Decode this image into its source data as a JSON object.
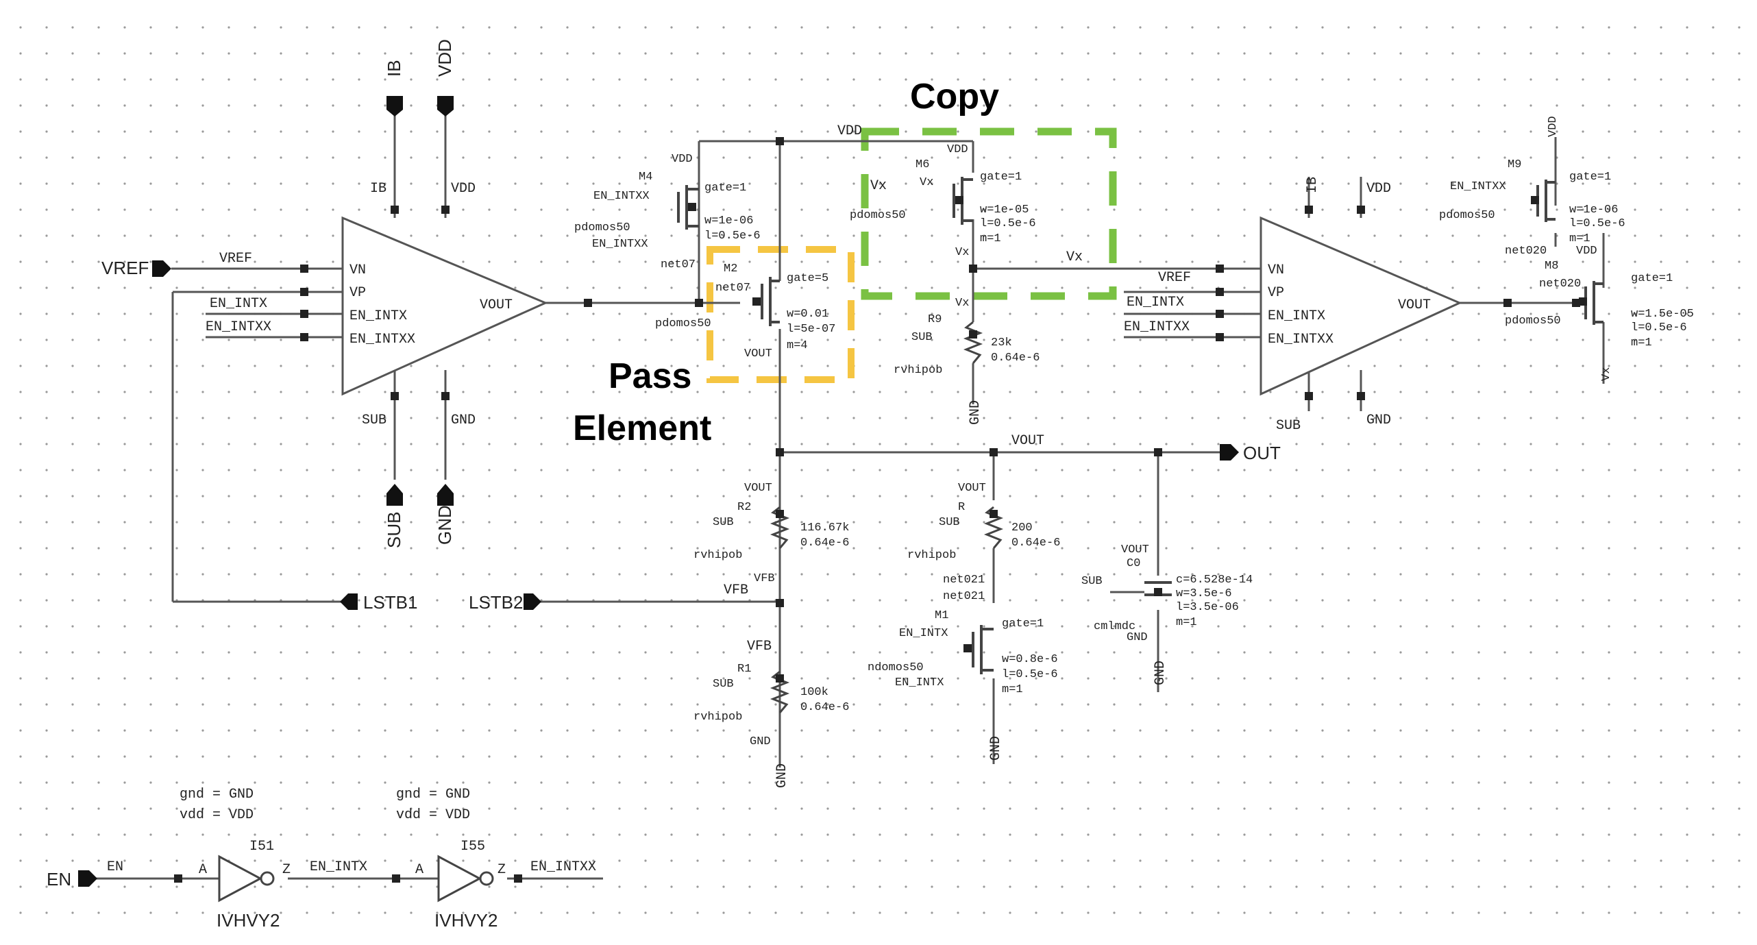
{
  "annotations": {
    "copy": "Copy",
    "pass_line1": "Pass",
    "pass_line2": "Element",
    "copy_color": "#7ac143",
    "pass_color": "#f5c542"
  },
  "ports": {
    "vref": "VREF",
    "en": "EN",
    "out": "OUT",
    "lstb1": "LSTB1",
    "lstb2": "LSTB2",
    "ib": "IB",
    "vdd": "VDD",
    "sub": "SUB",
    "gnd": "GND"
  },
  "nets": {
    "vref": "VREF",
    "vdd": "VDD",
    "vout": "VOUT",
    "vfb": "VFB",
    "vx": "Vx",
    "en": "EN",
    "en_intx": "EN_INTX",
    "en_intxx": "EN_INTXX",
    "sub": "SUB",
    "gnd": "GND",
    "ib": "IB",
    "net07": "net07",
    "net020": "net020",
    "net021": "net021",
    "cmlmdc": "cmlmdc"
  },
  "amp1": {
    "vn": "VN",
    "vp": "VP",
    "en_intx": "EN_INTX",
    "en_intxx": "EN_INTXX",
    "vout": "VOUT"
  },
  "amp2": {
    "vn": "VN",
    "vp": "VP",
    "en_intx": "EN_INTX",
    "en_intxx": "EN_INTXX",
    "vout": "VOUT"
  },
  "devices": {
    "m4": {
      "name": "M4",
      "model": "pdomos50",
      "gate": "gate=1",
      "w": "w=1e-06",
      "l": "l=0.5e-6"
    },
    "m2": {
      "name": "M2",
      "model": "pdomos50",
      "gate": "gate=5",
      "w": "w=0.01",
      "l": "l=5e-07",
      "m": "m=4"
    },
    "m6": {
      "name": "M6",
      "model": "pdomos50",
      "gate": "gate=1",
      "w": "w=1e-05",
      "l": "l=0.5e-6",
      "m": "m=1"
    },
    "m9": {
      "name": "M9",
      "model": "pdomos50",
      "gate": "gate=1",
      "w": "w=1e-06",
      "l": "l=0.5e-6",
      "m": "m=1"
    },
    "m8": {
      "name": "M8",
      "model": "pdomos50",
      "gate": "gate=1",
      "w": "w=1.5e-05",
      "l": "l=0.5e-6",
      "m": "m=1"
    },
    "m1": {
      "name": "M1",
      "model": "ndomos50",
      "gate": "gate=1",
      "w": "w=0.8e-6",
      "l": "l=0.5e-6",
      "m": "m=1"
    },
    "r9": {
      "name": "R9",
      "model": "rvhipob",
      "value": "23k",
      "width": "0.64e-6"
    },
    "r2": {
      "name": "R2",
      "model": "rvhipob",
      "value": "116.67k",
      "width": "0.64e-6"
    },
    "r": {
      "name": "R",
      "model": "rvhipob",
      "value": "200",
      "width": "0.64e-6"
    },
    "r1": {
      "name": "R1",
      "model": "rvhipob",
      "value": "100k",
      "width": "0.64e-6"
    },
    "c0": {
      "name": "C0",
      "c": "c=6.528e-14",
      "w": "w=3.5e-6",
      "l": "l=3.5e-06",
      "m": "m=1"
    },
    "i51": {
      "name": "I51",
      "cell": "IVHVY2",
      "in": "A",
      "out": "Z"
    },
    "i55": {
      "name": "I55",
      "cell": "IVHVY2",
      "in": "A",
      "out": "Z"
    }
  },
  "globals": {
    "gnd": "gnd = GND",
    "vdd": "vdd = VDD"
  }
}
